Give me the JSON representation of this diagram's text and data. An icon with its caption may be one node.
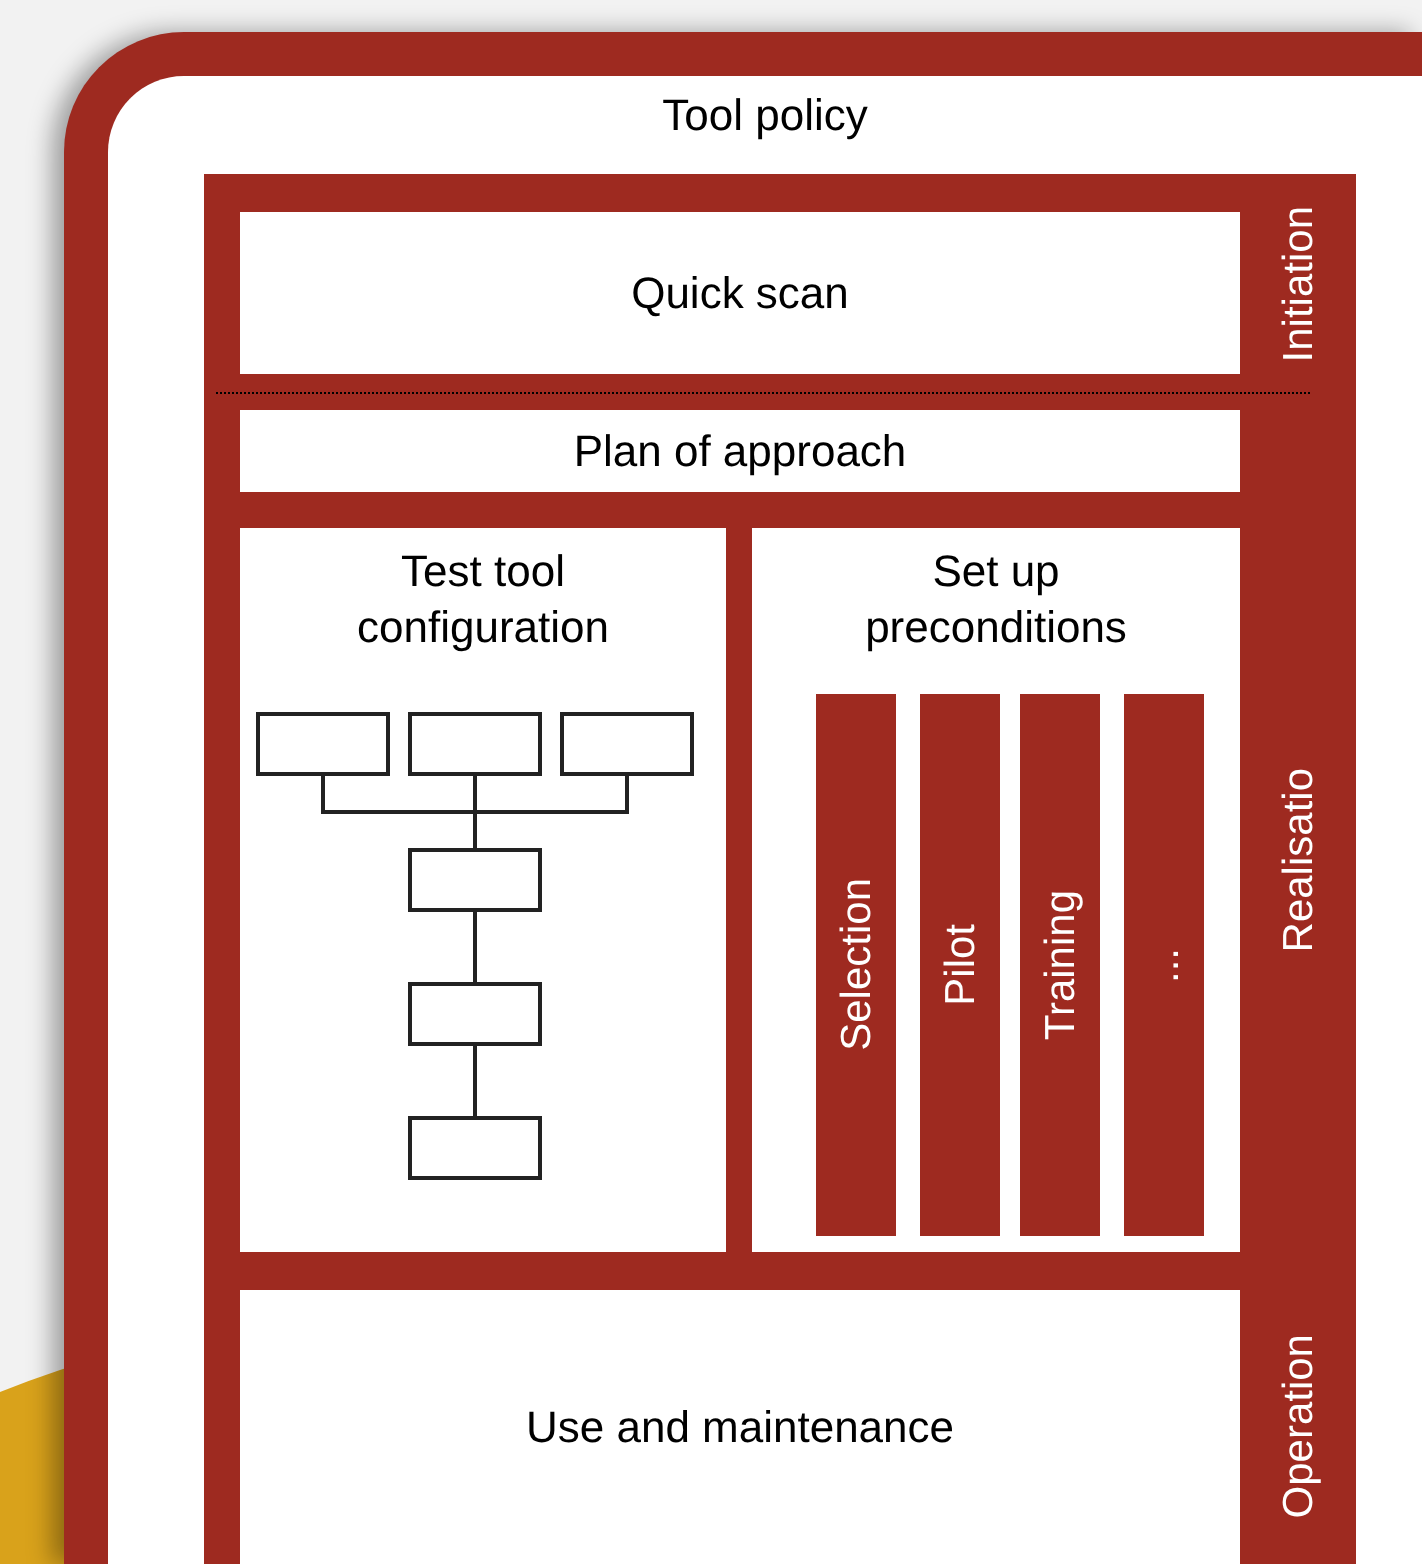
{
  "diagram": {
    "nodes": [
      {
        "text": [
          "Tool policy"
        ]
      },
      {
        "text": [
          "Quick scan"
        ],
        "in": 0
      },
      {
        "text": [
          "Plan of approach"
        ],
        "in": 0
      },
      {
        "text": [
          "Test tool configuration"
        ],
        "in": 0
      },
      {
        "text": [
          "Set up preconditions"
        ],
        "in": 0
      },
      {
        "text": [
          "Selection"
        ],
        "in": 4
      },
      {
        "text": [
          "Pilot"
        ],
        "in": 4
      },
      {
        "text": [
          "Training"
        ],
        "in": 4
      },
      {
        "text": [
          "..."
        ],
        "in": 4
      },
      {
        "text": [],
        "shape": "box",
        "in": 3
      },
      {
        "text": [],
        "shape": "box",
        "in": 3
      },
      {
        "text": [],
        "shape": "box",
        "in": 3
      },
      {
        "text": [],
        "shape": "box",
        "in": 3
      },
      {
        "text": [],
        "shape": "box",
        "in": 3
      },
      {
        "text": [],
        "shape": "box",
        "in": 3
      },
      {
        "text": [
          "Use and maintenance"
        ],
        "in": 0
      }
    ],
    "edges": [
      {
        "from": 9,
        "to": 12,
        "arrow": "none"
      },
      {
        "from": 10,
        "to": 12,
        "arrow": "none"
      },
      {
        "from": 11,
        "to": 12,
        "arrow": "none"
      },
      {
        "from": 12,
        "to": 13,
        "arrow": "none"
      },
      {
        "from": 13,
        "to": 14,
        "arrow": "none"
      }
    ],
    "labels": [
      "Initiation",
      "Realisatio",
      "Operation"
    ]
  }
}
